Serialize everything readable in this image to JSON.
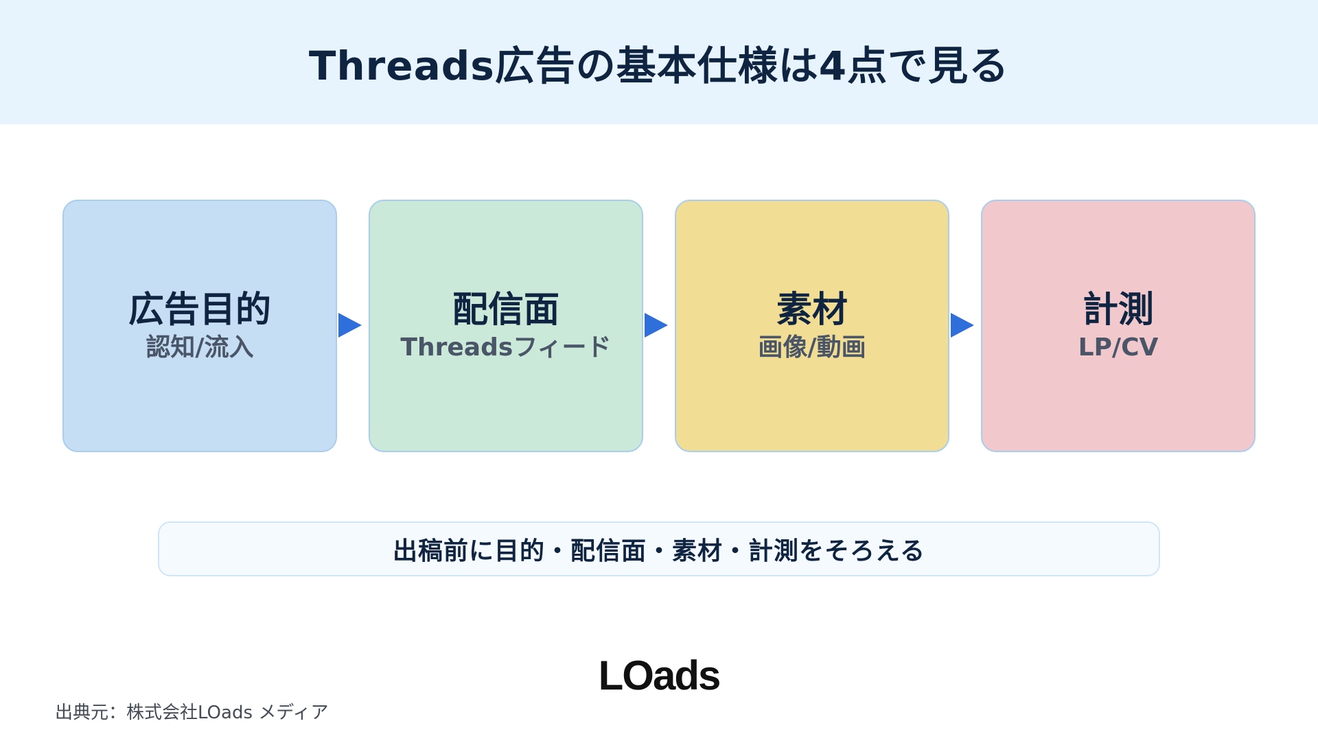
{
  "header": {
    "title": "Threads広告の基本仕様は4点で見る"
  },
  "steps": [
    {
      "title": "広告目的",
      "subtitle": "認知/流入",
      "color": "#c5def3"
    },
    {
      "title": "配信面",
      "subtitle": "Threadsフィード",
      "color": "#cbe9d9"
    },
    {
      "title": "素材",
      "subtitle": "画像/動画",
      "color": "#f1de94"
    },
    {
      "title": "計測",
      "subtitle": "LP/CV",
      "color": "#f1c9cd"
    }
  ],
  "arrow_color": "#2f6fdb",
  "summary": {
    "text": "出稿前に目的・配信面・素材・計測をそろえる"
  },
  "logo": {
    "text": "LOads"
  },
  "source": {
    "text": "出典元：株式会社LOads メディア"
  }
}
